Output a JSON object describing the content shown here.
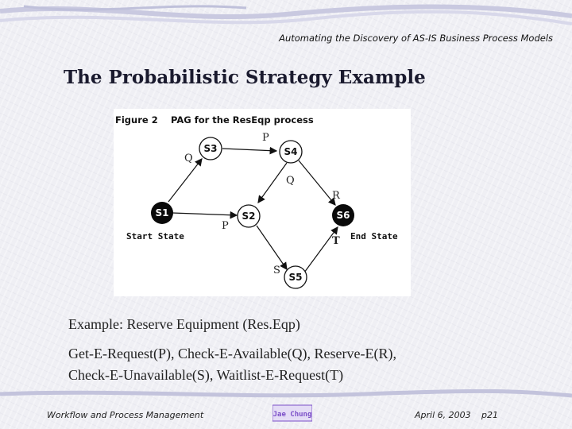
{
  "header": {
    "subtitle": "Automating the Discovery of AS-IS Business Process Models"
  },
  "title": "The Probabilistic Strategy Example",
  "figure": {
    "caption_number": "Figure 2",
    "caption_text": "PAG for the ResEqp process",
    "nodes": {
      "s1": "S1",
      "s2": "S2",
      "s3": "S3",
      "s4": "S4",
      "s5": "S5",
      "s6": "S6"
    },
    "edge_labels": {
      "s1_s3": "Q",
      "s3_s4": "P",
      "s4_s2": "Q",
      "s4_s6": "R",
      "s1_s2": "P",
      "s2_s5": "S",
      "s5_s6": "T"
    },
    "start_label": "Start State",
    "end_label": "End State"
  },
  "body": {
    "example_line": "Example: Reserve Equipment (Res.Eqp)",
    "activities_line1": "Get-E-Request(P), Check-E-Available(Q), Reserve-E(R),",
    "activities_line2": "Check-E-Unavailable(S), Waitlist-E-Request(T)"
  },
  "footer": {
    "left": "Workflow and Process Management",
    "logo_text": "Jae Chung",
    "date": "April 6, 2003",
    "page": "p21"
  },
  "colors": {
    "background": "#efeff4",
    "title": "#1a1a2e",
    "band": "#b8b8d6",
    "logo": "#7b4fc8"
  }
}
